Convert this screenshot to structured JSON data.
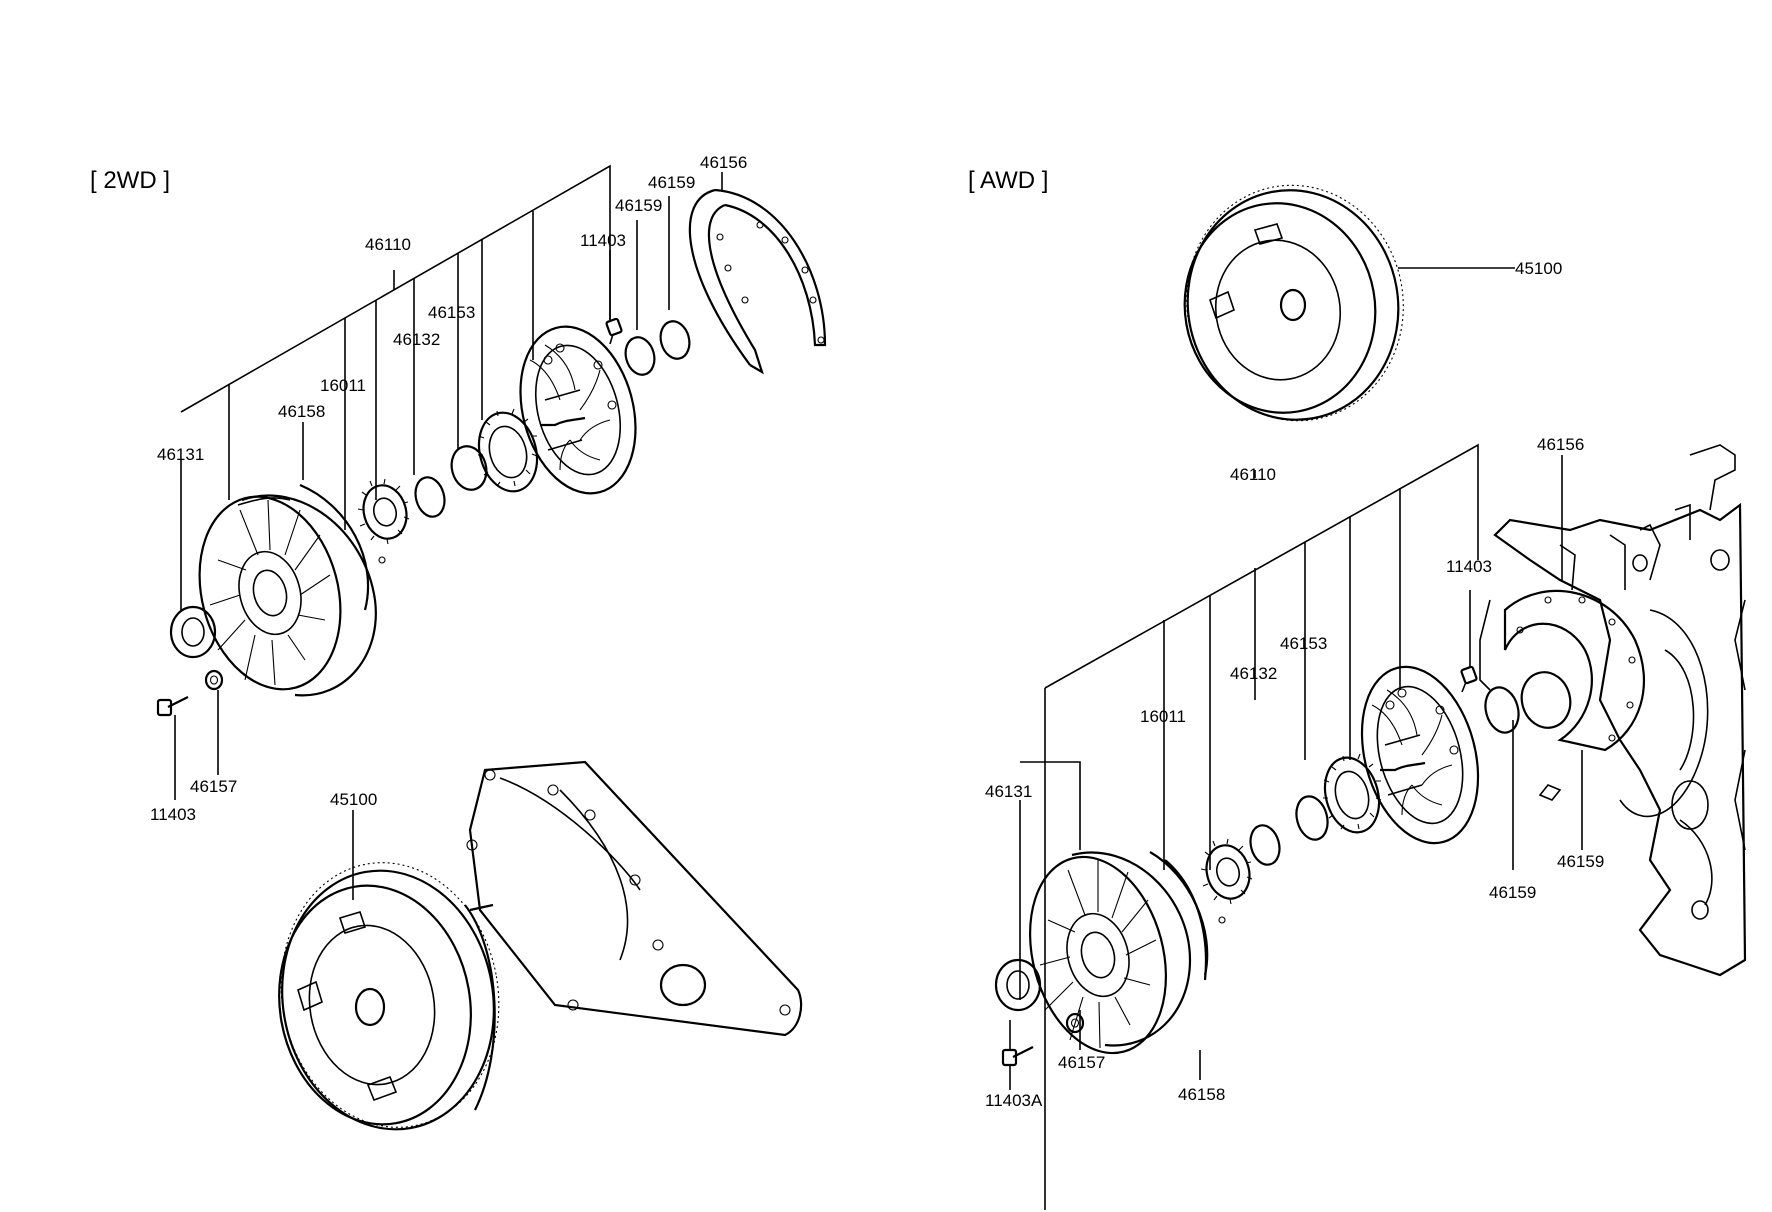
{
  "sections": {
    "two_wd": {
      "title": "[ 2WD ]",
      "labels": {
        "p46110": "46110",
        "p46156": "46156",
        "p46159a": "46159",
        "p46159b": "46159",
        "p11403": "11403",
        "p46153": "46153",
        "p46132": "46132",
        "p16011": "16011",
        "p46158": "46158",
        "p46131": "46131",
        "p46157": "46157",
        "p11403b": "11403",
        "p45100": "45100"
      }
    },
    "awd": {
      "title": "[ AWD ]",
      "labels": {
        "p45100": "45100",
        "p46156": "46156",
        "p46110": "46110",
        "p11403": "11403",
        "p46153": "46153",
        "p46132": "46132",
        "p16011": "16011",
        "p46131": "46131",
        "p46159a": "46159",
        "p46159b": "46159",
        "p46157": "46157",
        "p46158": "46158",
        "p11403A": "11403A"
      }
    }
  }
}
